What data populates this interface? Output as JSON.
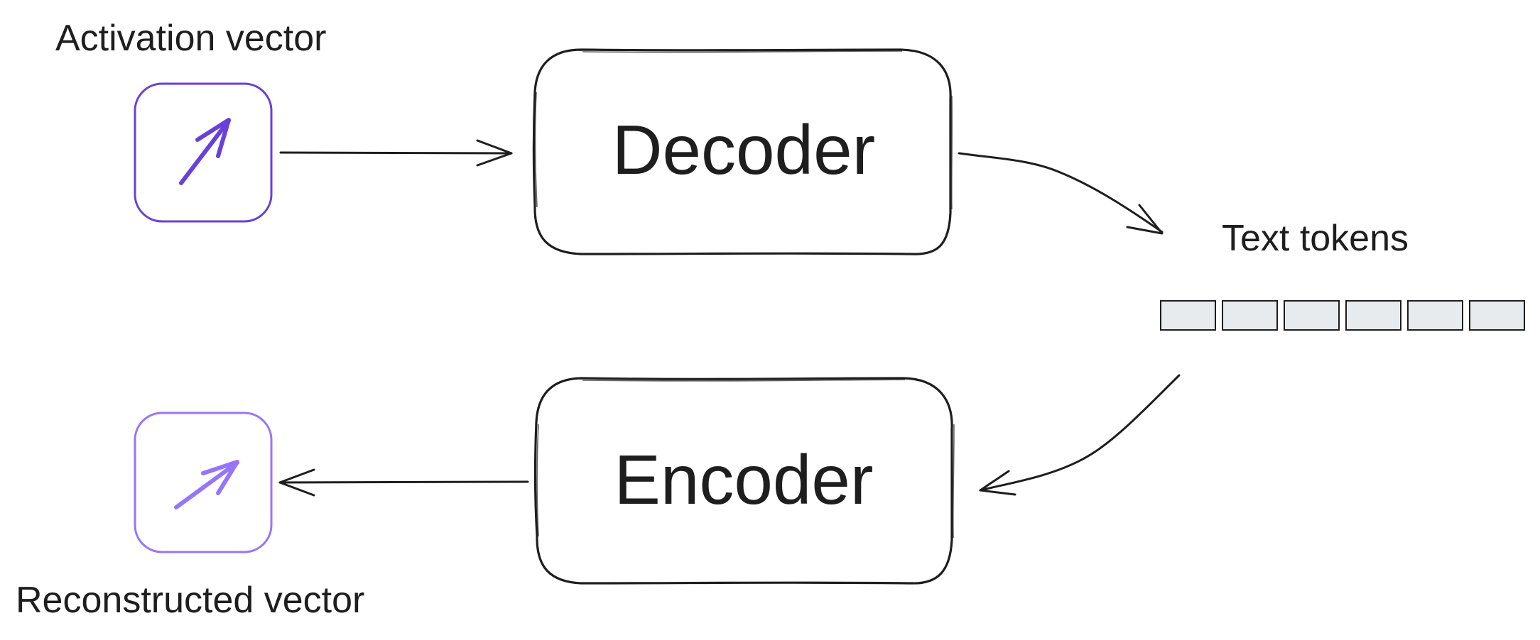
{
  "labels": {
    "activation_vector": "Activation vector",
    "reconstructed_vector": "Reconstructed vector",
    "text_tokens": "Text tokens"
  },
  "boxes": {
    "decoder": "Decoder",
    "encoder": "Encoder"
  },
  "token_count": 6,
  "colors": {
    "ink": "#1e1e1e",
    "activation_accent": "#6741d9",
    "reconstructed_accent": "#9775fa",
    "token_fill": "#e8ebee"
  },
  "icons": {
    "activation": "arrow-up-right-icon",
    "reconstructed": "arrow-up-right-icon"
  }
}
